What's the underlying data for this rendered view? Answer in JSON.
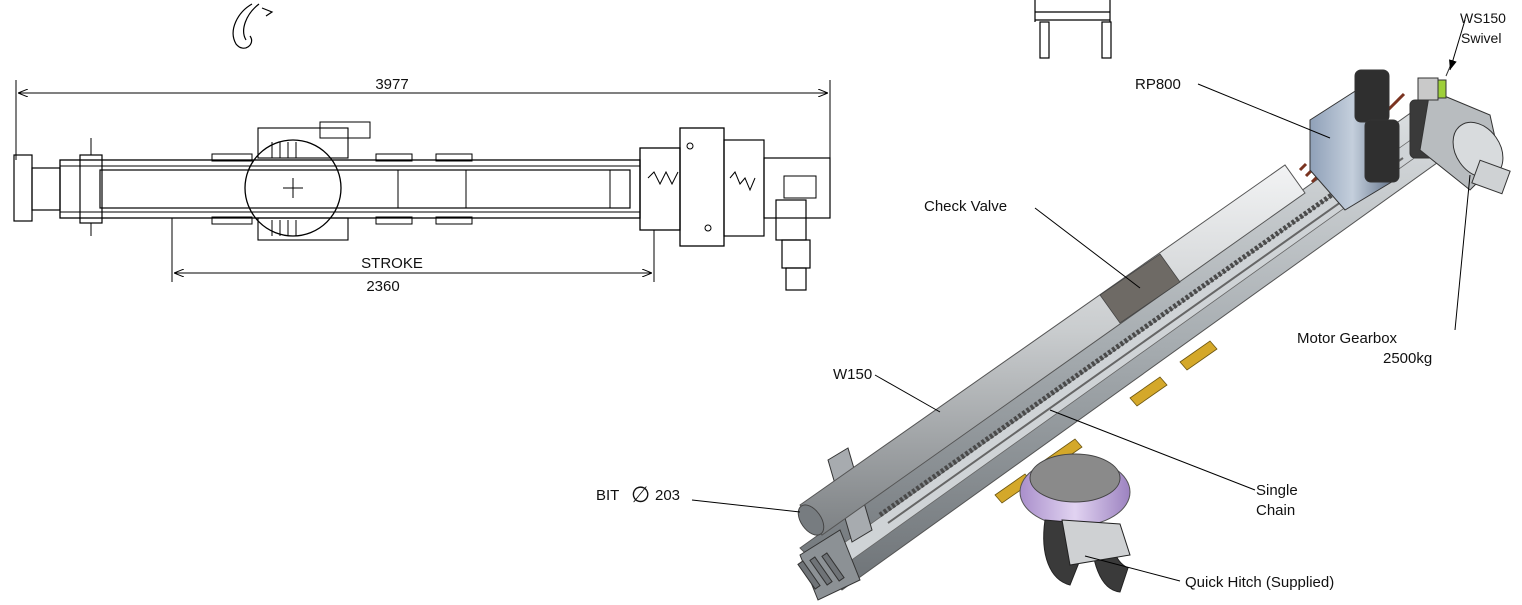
{
  "dimensions": {
    "overall_length": "3977",
    "stroke_label": "STROKE",
    "stroke_value": "2360"
  },
  "labels": {
    "ws150_line1": "WS150",
    "ws150_line2": "Swivel",
    "rp800": "RP800",
    "check_valve": "Check Valve",
    "motor_gearbox_line1": "Motor Gearbox",
    "motor_gearbox_line2": "2500kg",
    "w150": "W150",
    "bit_prefix": "BIT",
    "bit_symbol": "∅",
    "bit_value": "203",
    "single_chain_line1": "Single",
    "single_chain_line2": "Chain",
    "quick_hitch": "Quick Hitch (Supplied)"
  },
  "colors": {
    "line": "#000000",
    "tube": "#c9ccce",
    "tube_dark": "#8d9193",
    "frame": "#9fa5a9",
    "head": "#6f7f97",
    "motor": "#333333",
    "spring": "#b5533a",
    "slide_pad": "#c9a227",
    "rotator": "#c3a9df",
    "hitch": "#3a3a3a"
  }
}
